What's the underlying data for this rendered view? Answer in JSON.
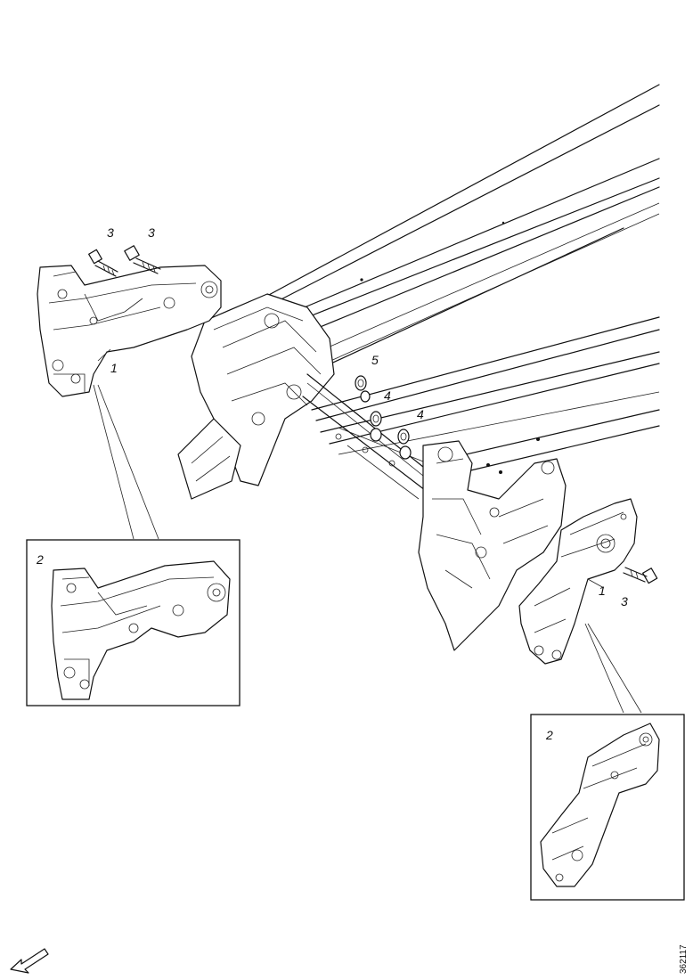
{
  "callouts": {
    "bracket": "1",
    "bracket_detail": "2",
    "bolt": "3",
    "washer": "4",
    "nut": "5"
  },
  "reference": "362117"
}
